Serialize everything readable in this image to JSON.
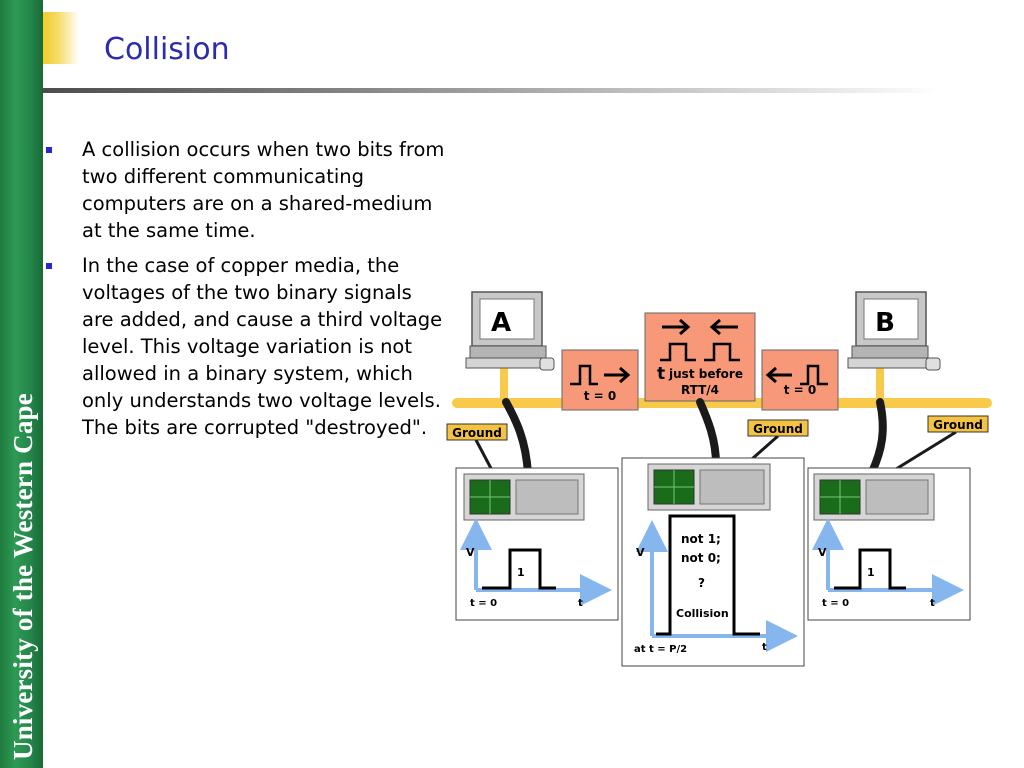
{
  "sidebar": {
    "text": "University of the Western Cape"
  },
  "slide": {
    "title": "Collision",
    "bullets": [
      "A collision occurs when two bits from two different communicating computers are on a shared-medium at the same time.",
      "In the case of copper media, the voltages of the two binary signals are added, and cause a third voltage level. This voltage variation is not allowed in a binary system, which only understands two voltage levels. The bits are corrupted \"destroyed\"."
    ]
  },
  "diagram": {
    "computer_a_label": "A",
    "computer_b_label": "B",
    "pulse_left_label": "t = 0",
    "pulse_right_label": "t = 0",
    "center_t": "t",
    "center_label_1": "just before",
    "center_label_2": "RTT/4",
    "ground_label": "Ground",
    "scope_left": {
      "v": "V",
      "t0": "t = 0",
      "t": "t",
      "level": "1"
    },
    "scope_right": {
      "v": "V",
      "t0": "t = 0",
      "t": "t",
      "level": "1"
    },
    "scope_center": {
      "v": "V",
      "not1": "not 1;",
      "not0": "not 0;",
      "q": "?",
      "collision": "Collision",
      "at": "at t = P/2",
      "t": "t"
    },
    "colors": {
      "bus": "#f9c94a",
      "salmon": "#f79978",
      "ground_box": "#f5c342",
      "axis": "#86b6ee",
      "scope_screen": "#1a6b1a",
      "title": "#2b2bb0"
    }
  }
}
